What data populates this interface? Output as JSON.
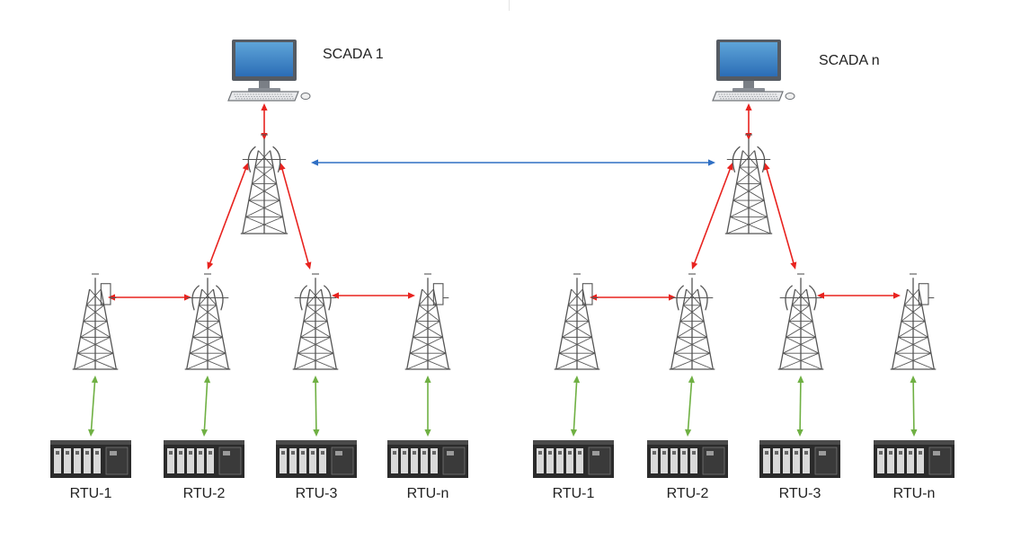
{
  "colors": {
    "scada_link": "#e8231f",
    "peer_link": "#2f6fc4",
    "rtu_link": "#6fb043",
    "tower": "#555555",
    "monitor_bezel": "#555b63",
    "screen_top": "#5ea4d8",
    "screen_bottom": "#2b6db6",
    "rtu_body": "#2b2b2b",
    "rtu_module": "#d9d9d9"
  },
  "networks": [
    {
      "scada_label": "SCADA 1",
      "rtus": [
        {
          "label": "RTU-1",
          "tower_type": "half"
        },
        {
          "label": "RTU-2",
          "tower_type": "full"
        },
        {
          "label": "RTU-3",
          "tower_type": "full"
        },
        {
          "label": "RTU-n",
          "tower_type": "half"
        }
      ]
    },
    {
      "scada_label": "SCADA n",
      "rtus": [
        {
          "label": "RTU-1",
          "tower_type": "half"
        },
        {
          "label": "RTU-2",
          "tower_type": "full"
        },
        {
          "label": "RTU-3",
          "tower_type": "full"
        },
        {
          "label": "RTU-n",
          "tower_type": "half"
        }
      ]
    }
  ],
  "icons": {
    "workstation": "computer-workstation-icon",
    "tower": "radio-tower-icon",
    "rtu": "rtu-device-icon"
  }
}
